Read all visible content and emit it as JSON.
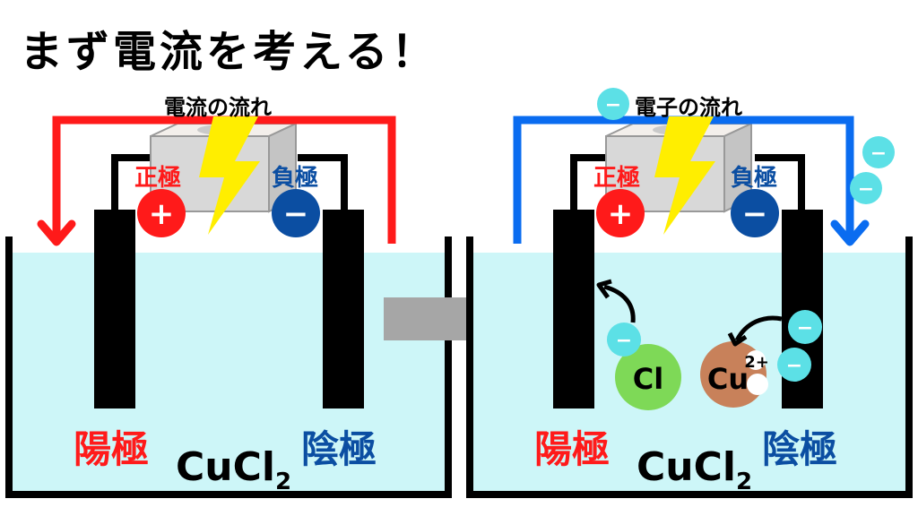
{
  "title": "まず電流を考える！",
  "colors": {
    "positive": "#ff1a1a",
    "negative": "#0b4ea2",
    "current_arrow": "#ff1a1a",
    "electron_arrow": "#0a6cf0",
    "solution": "#cdf6f8",
    "electron": "#5ce0e6",
    "chloride": "#7ed957",
    "copper": "#c8815a",
    "lightning": "#ffee00"
  },
  "left_panel": {
    "flow_label": "電流の流れ",
    "positive_pole_label": "正極",
    "negative_pole_label": "負極",
    "positive_symbol": "+",
    "negative_symbol": "−",
    "anode_label": "陽極",
    "cathode_label": "陰極",
    "solution_formula": "CuCl",
    "solution_formula_sub": "2"
  },
  "transition_arrow": "right-arrow",
  "right_panel": {
    "flow_label": "電子の流れ",
    "electron_symbol": "−",
    "positive_pole_label": "正極",
    "negative_pole_label": "負極",
    "positive_symbol": "+",
    "negative_symbol": "−",
    "anode_label": "陽極",
    "cathode_label": "陰極",
    "solution_formula": "CuCl",
    "solution_formula_sub": "2",
    "ions": {
      "chloride": "Cl",
      "copper": "Cu",
      "copper_charge": "2+"
    }
  }
}
